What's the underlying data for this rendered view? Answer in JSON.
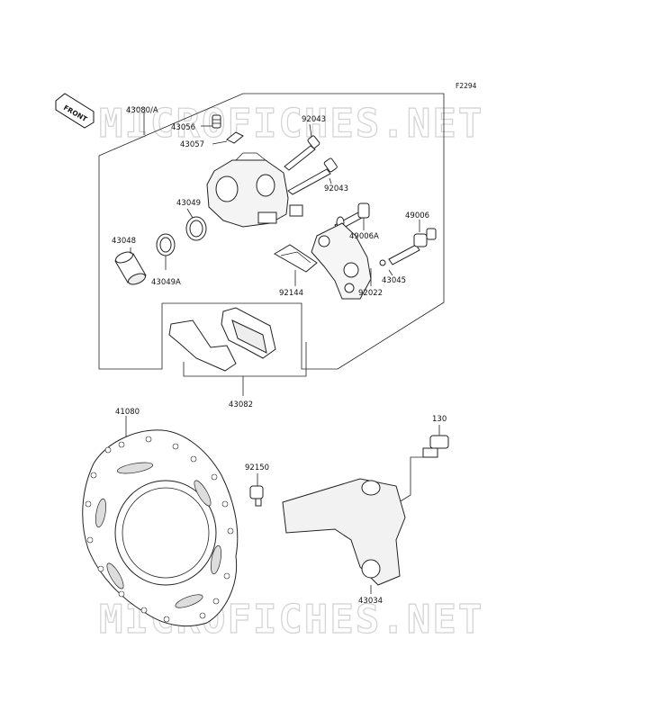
{
  "ref_code": "F2294",
  "front_label": "FRONT",
  "watermark": "MICROFICHES.NET",
  "parts": {
    "p43080A": "43080/A",
    "p43056": "43056",
    "p43057": "43057",
    "p92043a": "92043",
    "p92043b": "92043",
    "p43049": "43049",
    "p43048": "43048",
    "p43049A": "43049A",
    "p49006A": "49006A",
    "p49006": "49006",
    "p43045": "43045",
    "p92144": "92144",
    "p92022": "92022",
    "p43082": "43082",
    "p41080": "41080",
    "p92150": "92150",
    "p130": "130",
    "p43034": "43034"
  }
}
